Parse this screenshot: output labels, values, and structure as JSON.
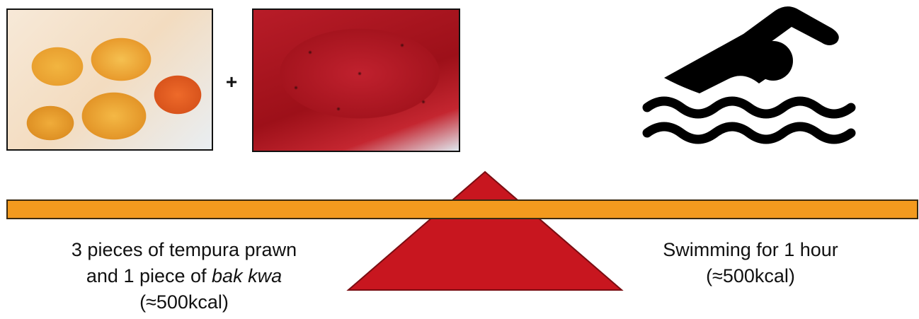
{
  "food": {
    "plus": "+",
    "caption_line1": "3 pieces of tempura prawn",
    "caption_line2_prefix": "and 1 piece of ",
    "caption_line2_italic": "bak kwa",
    "caption_line3": "(≈500kcal)"
  },
  "exercise": {
    "caption_line1": "Swimming for 1 hour",
    "caption_line2": "(≈500kcal)"
  },
  "colors": {
    "beam": "#f39a1e",
    "fulcrum": "#c8161f",
    "icon": "#000000"
  }
}
